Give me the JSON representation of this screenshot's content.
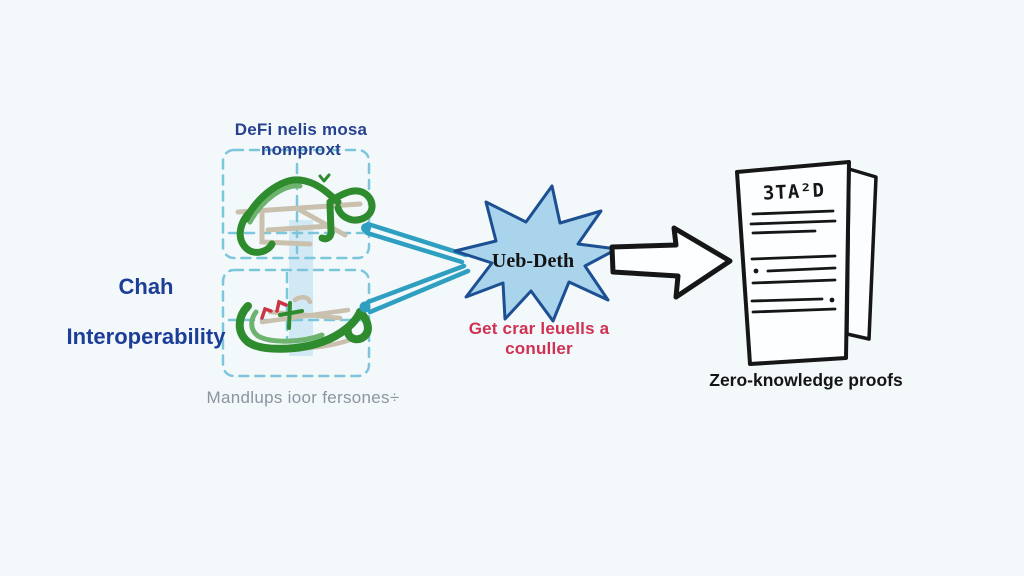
{
  "diagram": {
    "left_panel": {
      "top_caption": "DeFi nelis mosa nomproxt",
      "heading_line1": "Chah",
      "heading_line2": "Interoperability",
      "bottom_caption": "Mandlups ioor fersones÷"
    },
    "center": {
      "star_label": "Ueb-Deth",
      "sub_caption": "Get crar leuells a conuller"
    },
    "right_panel": {
      "doc_title": "3TA²D",
      "caption": "Zero-knowledge proofs"
    },
    "colors": {
      "background": "#f3f8fb",
      "heading_text": "#1c3e99",
      "muted_caption_text": "#8d949f",
      "red_text": "#d03052",
      "dashed_border": "#7cc6dc",
      "connector_teal": "#2e9fc0",
      "star_fill": "#a9d4ec",
      "star_stroke": "#1d4f93",
      "scribble_green": "#2e8b2e",
      "scribble_tan": "#c9c0ae",
      "ink_black": "#161616"
    }
  }
}
